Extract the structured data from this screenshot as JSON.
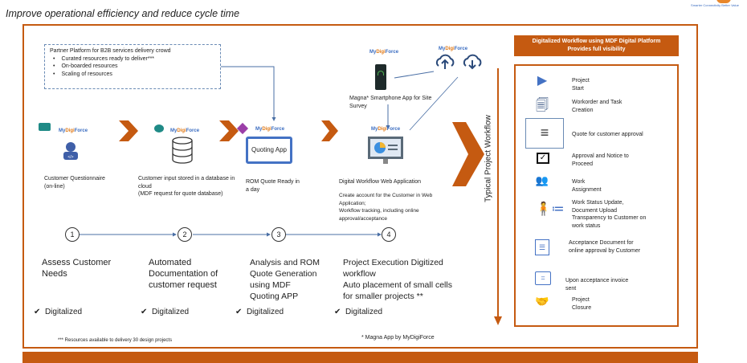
{
  "header": {
    "subtitle": "Improve operational efficiency and reduce cycle time",
    "logo_tagline": "Smarter Connectivity Better Value"
  },
  "partner_box": {
    "title": "Partner Platform for B2B services delivery crowd",
    "bullets": [
      "Curated resources ready to deliver***",
      "On-boarded resources",
      "Scaling of resources"
    ]
  },
  "brand": {
    "my": "My",
    "digi": "Digi",
    "force": "Force"
  },
  "steps": [
    {
      "caption": "Customer Questionnaire\n(on-line)",
      "icon": "developer-user-icon"
    },
    {
      "caption": "Customer input stored in a database in cloud\n(MDF  request for quote database)",
      "icon": "database-icon"
    },
    {
      "caption": "ROM Quote Ready in a day",
      "icon": "quoting-app-icon",
      "app_label": "Quoting App"
    },
    {
      "caption": "Digital Workflow Web Application",
      "detail": "Create account for the Customer in  Web Application;\nWorkflow tracking, including online approval/acceptance",
      "icon": "monitor-dashboard-icon"
    }
  ],
  "magna": {
    "caption": "Magna*  Smartphone App for Site Survey"
  },
  "timeline": [
    {
      "num": "1",
      "heading": "Assess Customer Needs",
      "status": "Digitalized"
    },
    {
      "num": "2",
      "heading": "Automated Documentation of customer request",
      "status": "Digitalized"
    },
    {
      "num": "3",
      "heading": "Analysis and ROM Quote Generation using MDF Quoting APP",
      "status": "Digitalized"
    },
    {
      "num": "4",
      "heading": "Project Execution Digitized workflow\nAuto placement of small cells for smaller projects **",
      "status": "Digitalized"
    }
  ],
  "footnotes": {
    "resources": "*** Resources available to delivery 30 design projects",
    "magna": "* Magna App by MyDigiForce"
  },
  "workflow_label": "Typical Project Workflow",
  "panel": {
    "header": "Digitalized Workflow using MDF Digital Platform\nProvides full visibility",
    "items": [
      {
        "icon": "play-icon",
        "label": "Project\nStart"
      },
      {
        "icon": "documents-icon",
        "label": "Workorder and Task\nCreation"
      },
      {
        "icon": "quote-document-icon",
        "label": "Quote for customer approval"
      },
      {
        "icon": "checkbox-icon",
        "label": "Approval and Notice to\nProceed"
      },
      {
        "icon": "team-icon",
        "label": "Work\nAssignment"
      },
      {
        "icon": "person-list-icon",
        "label": "Work Status Update,\nDocument Upload\nTransparency to Customer on\nwork status"
      },
      {
        "icon": "clipboard-checklist-icon",
        "label": "Acceptance Document for\nonline approval by  Customer"
      },
      {
        "icon": "invoice-icon",
        "label": "Upon acceptance invoice\nsent"
      },
      {
        "icon": "handshake-icon",
        "label": "Project\nClosure"
      }
    ]
  },
  "colors": {
    "accent": "#c55a11",
    "blue": "#4472c4"
  }
}
